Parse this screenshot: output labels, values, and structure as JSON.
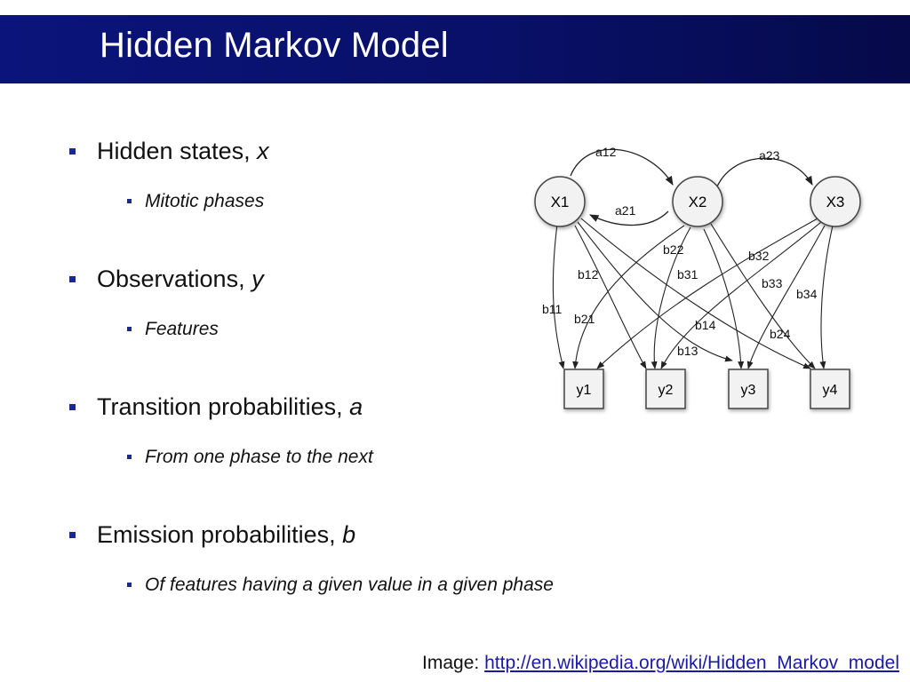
{
  "title": "Hidden Markov Model",
  "bullets": [
    {
      "label": "Hidden states, ",
      "var": "x",
      "sub": "Mitotic phases"
    },
    {
      "label": "Observations, ",
      "var": "y",
      "sub": "Features"
    },
    {
      "label": "Transition probabilities, ",
      "var": "a",
      "sub": "From one phase to the next"
    },
    {
      "label": "Emission probabilities, ",
      "var": "b",
      "sub": "Of features having a given value in a given phase"
    }
  ],
  "diagram": {
    "states": [
      "X1",
      "X2",
      "X3"
    ],
    "observations": [
      "y1",
      "y2",
      "y3",
      "y4"
    ],
    "transition_labels": [
      "a12",
      "a21",
      "a23"
    ],
    "emission_labels": [
      "b11",
      "b12",
      "b13",
      "b14",
      "b21",
      "b22",
      "b24",
      "b31",
      "b32",
      "b33",
      "b34"
    ]
  },
  "credit": {
    "prefix": "Image: ",
    "link_text": "http://en.wikipedia.org/wiki/Hidden_Markov_model"
  },
  "colors": {
    "title_bar": "#0b147a",
    "bullet_marker": "#1a2a8a",
    "link": "#1a1aa6"
  }
}
